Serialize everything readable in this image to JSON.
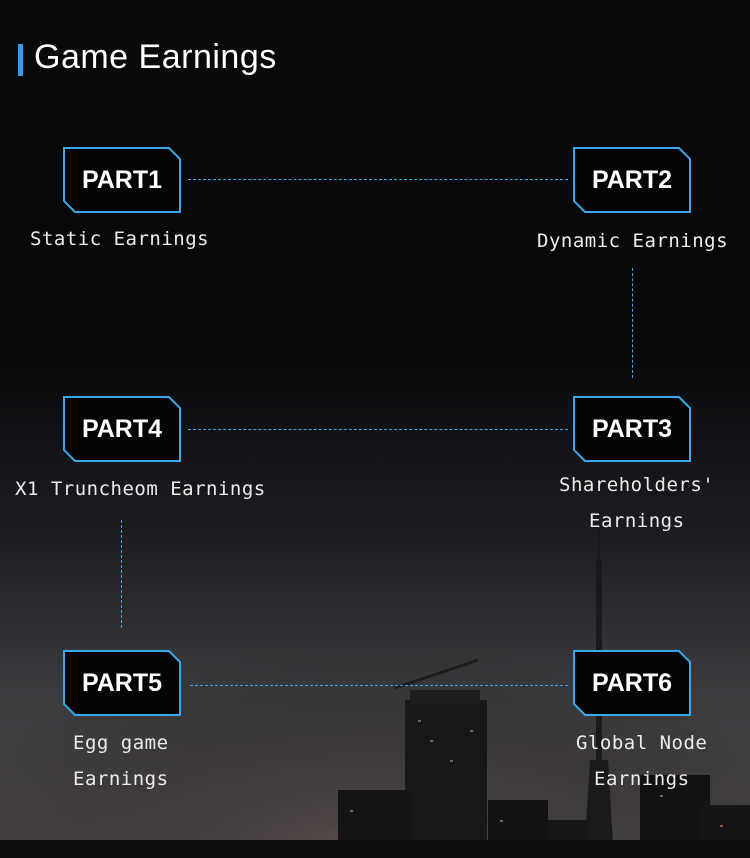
{
  "header": {
    "title": "Game Earnings"
  },
  "parts": [
    {
      "label": "PART1",
      "caption": "Static Earnings"
    },
    {
      "label": "PART2",
      "caption": "Dynamic Earnings"
    },
    {
      "label": "PART3",
      "caption_line1": "Shareholders'",
      "caption_line2": "Earnings"
    },
    {
      "label": "PART4",
      "caption": "X1 Truncheom Earnings"
    },
    {
      "label": "PART5",
      "caption_line1": "Egg game",
      "caption_line2": "Earnings"
    },
    {
      "label": "PART6",
      "caption_line1": "Global Node",
      "caption_line2": "Earnings"
    }
  ],
  "colors": {
    "accent": "#2f9df0",
    "frame": "#3aa7e8",
    "text": "#ffffff",
    "background": "#0a0a0c"
  }
}
